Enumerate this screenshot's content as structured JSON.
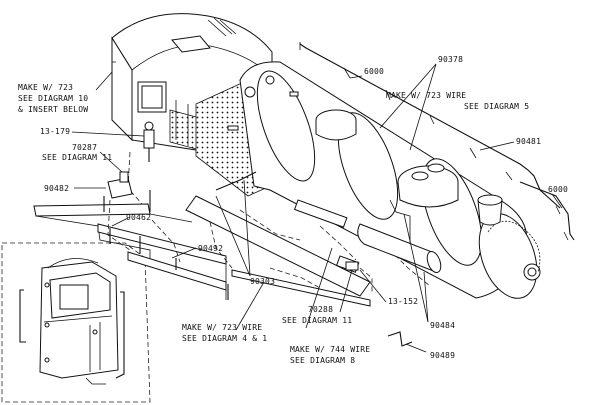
{
  "colors": {
    "ink": "#111111",
    "background": "#ffffff"
  },
  "labels": {
    "make723_d10": [
      "MAKE W/ 723",
      "SEE DIAGRAM 10",
      "& INSERT BELOW"
    ],
    "p13179": "13-179",
    "p70287": [
      "70287",
      "SEE DIAGRAM 11"
    ],
    "p90482": "90482",
    "p90462": "90462",
    "p90492": "90492",
    "p90303": "90303",
    "make723_d4": [
      "MAKE W/ 723 WIRE",
      "SEE DIAGRAM 4 & 1"
    ],
    "make744_d8": [
      "MAKE W/ 744 WIRE",
      "SEE DIAGRAM 8"
    ],
    "p70288": [
      "70288",
      "SEE DIAGRAM 11"
    ],
    "p13152": "13-152",
    "p90484": "90484",
    "p90489": "90489",
    "p6000_top": "6000",
    "p90378": "90378",
    "make723_d5": [
      "MAKE W/ 723 WIRE",
      "SEE DIAGRAM 5"
    ],
    "p90481": "90481",
    "p6000_right": "6000"
  }
}
